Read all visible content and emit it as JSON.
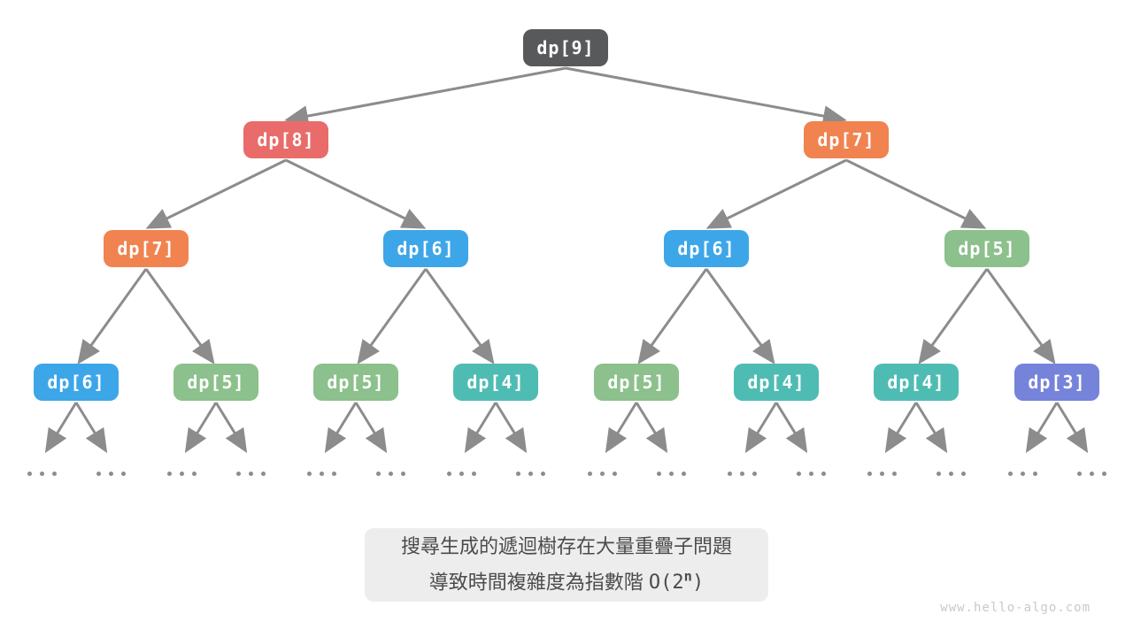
{
  "colors": {
    "dark": "#58595b",
    "red": "#e96c6a",
    "orange": "#f08350",
    "blue": "#3da6e8",
    "green": "#8cc08c",
    "teal": "#4fbcb3",
    "purple": "#7683da",
    "arrow": "#8c8c8c",
    "caption_bg": "#ededed",
    "caption_text": "#4b4b4b",
    "watermark": "#c9c9c9"
  },
  "tree": {
    "type": "recursion-tree",
    "ellipsis": "...",
    "nodes": [
      {
        "label": "dp[9]",
        "color": "dark",
        "level": 1
      },
      {
        "label": "dp[8]",
        "color": "red",
        "level": 2
      },
      {
        "label": "dp[7]",
        "color": "orange",
        "level": 2
      },
      {
        "label": "dp[7]",
        "color": "orange",
        "level": 3
      },
      {
        "label": "dp[6]",
        "color": "blue",
        "level": 3
      },
      {
        "label": "dp[6]",
        "color": "blue",
        "level": 3
      },
      {
        "label": "dp[5]",
        "color": "green",
        "level": 3
      },
      {
        "label": "dp[6]",
        "color": "blue",
        "level": 4
      },
      {
        "label": "dp[5]",
        "color": "green",
        "level": 4
      },
      {
        "label": "dp[5]",
        "color": "green",
        "level": 4
      },
      {
        "label": "dp[4]",
        "color": "teal",
        "level": 4
      },
      {
        "label": "dp[5]",
        "color": "green",
        "level": 4
      },
      {
        "label": "dp[4]",
        "color": "teal",
        "level": 4
      },
      {
        "label": "dp[4]",
        "color": "teal",
        "level": 4
      },
      {
        "label": "dp[3]",
        "color": "purple",
        "level": 4
      }
    ]
  },
  "caption": {
    "line1": "搜尋生成的遞迴樹存在大量重疊子問題",
    "line2_text": "導致時間複雜度為指數階",
    "line2_formula_prefix": "O(2",
    "line2_formula_sup": "n",
    "line2_formula_suffix": ")"
  },
  "watermark": "www.hello-algo.com"
}
